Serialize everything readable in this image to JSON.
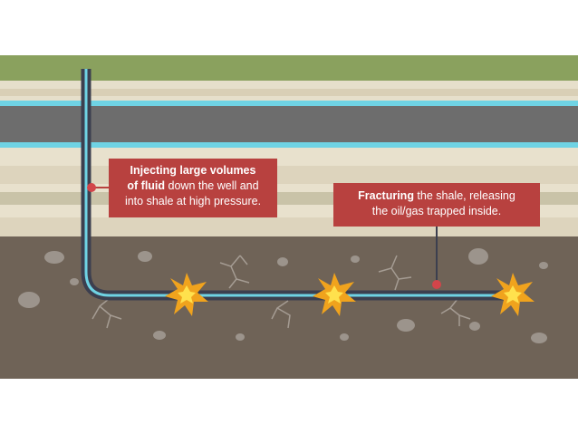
{
  "callouts": {
    "injecting": {
      "line1_bold": "Injecting large volumes",
      "line2_bold": "of fluid",
      "line2_rest": " down the well and",
      "line3": "into shale at high pressure."
    },
    "fracturing": {
      "line1_bold": "Fracturing",
      "line1_rest": " the shale, releasing",
      "line2": "the oil/gas trapped inside."
    }
  },
  "colors": {
    "grass": "#8aa15e",
    "soil_light": "#e3dcc8",
    "aquifer": "#6fd3e4",
    "rock_gray": "#6e6e6e",
    "shale": "#6f6357",
    "pipe": "#3c3f4f",
    "callout": "#b8413f",
    "marker": "#d2454a",
    "burst_outer": "#f0a31d",
    "burst_inner": "#ffe14d"
  },
  "icons": [
    "fracture-burst-icon",
    "crack-icon",
    "rock-icon"
  ]
}
